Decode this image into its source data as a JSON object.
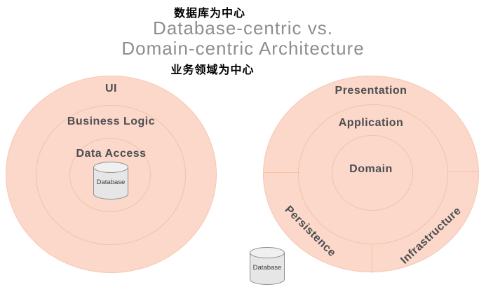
{
  "header": {
    "top_annotation": "数据库为中心",
    "title_line1": "Database-centric vs.",
    "title_line2": "Domain-centric Architecture",
    "bottom_annotation": "业务领域为中心"
  },
  "left_diagram": {
    "name": "Database-centric architecture",
    "rings": [
      {
        "label": "UI"
      },
      {
        "label": "Business Logic"
      },
      {
        "label": "Data Access"
      }
    ],
    "database_label": "Database"
  },
  "right_diagram": {
    "name": "Domain-centric architecture",
    "rings": [
      {
        "label": "Presentation"
      },
      {
        "label": "Application"
      },
      {
        "label": "Domain"
      }
    ],
    "outer_sections": [
      "Persistence",
      "Infrastructure"
    ],
    "database_label": "Database"
  },
  "colors": {
    "ring_fill": "#fbd8ca",
    "ring_stroke": "#f3c1a8",
    "label_text": "#4d4e50",
    "title_text": "#8c8e90",
    "annotation_text": "#000000",
    "cylinder_fill": "#e6e6e6",
    "cylinder_top_fill": "#f0f0f0",
    "cylinder_stroke": "#8f8f8f"
  }
}
